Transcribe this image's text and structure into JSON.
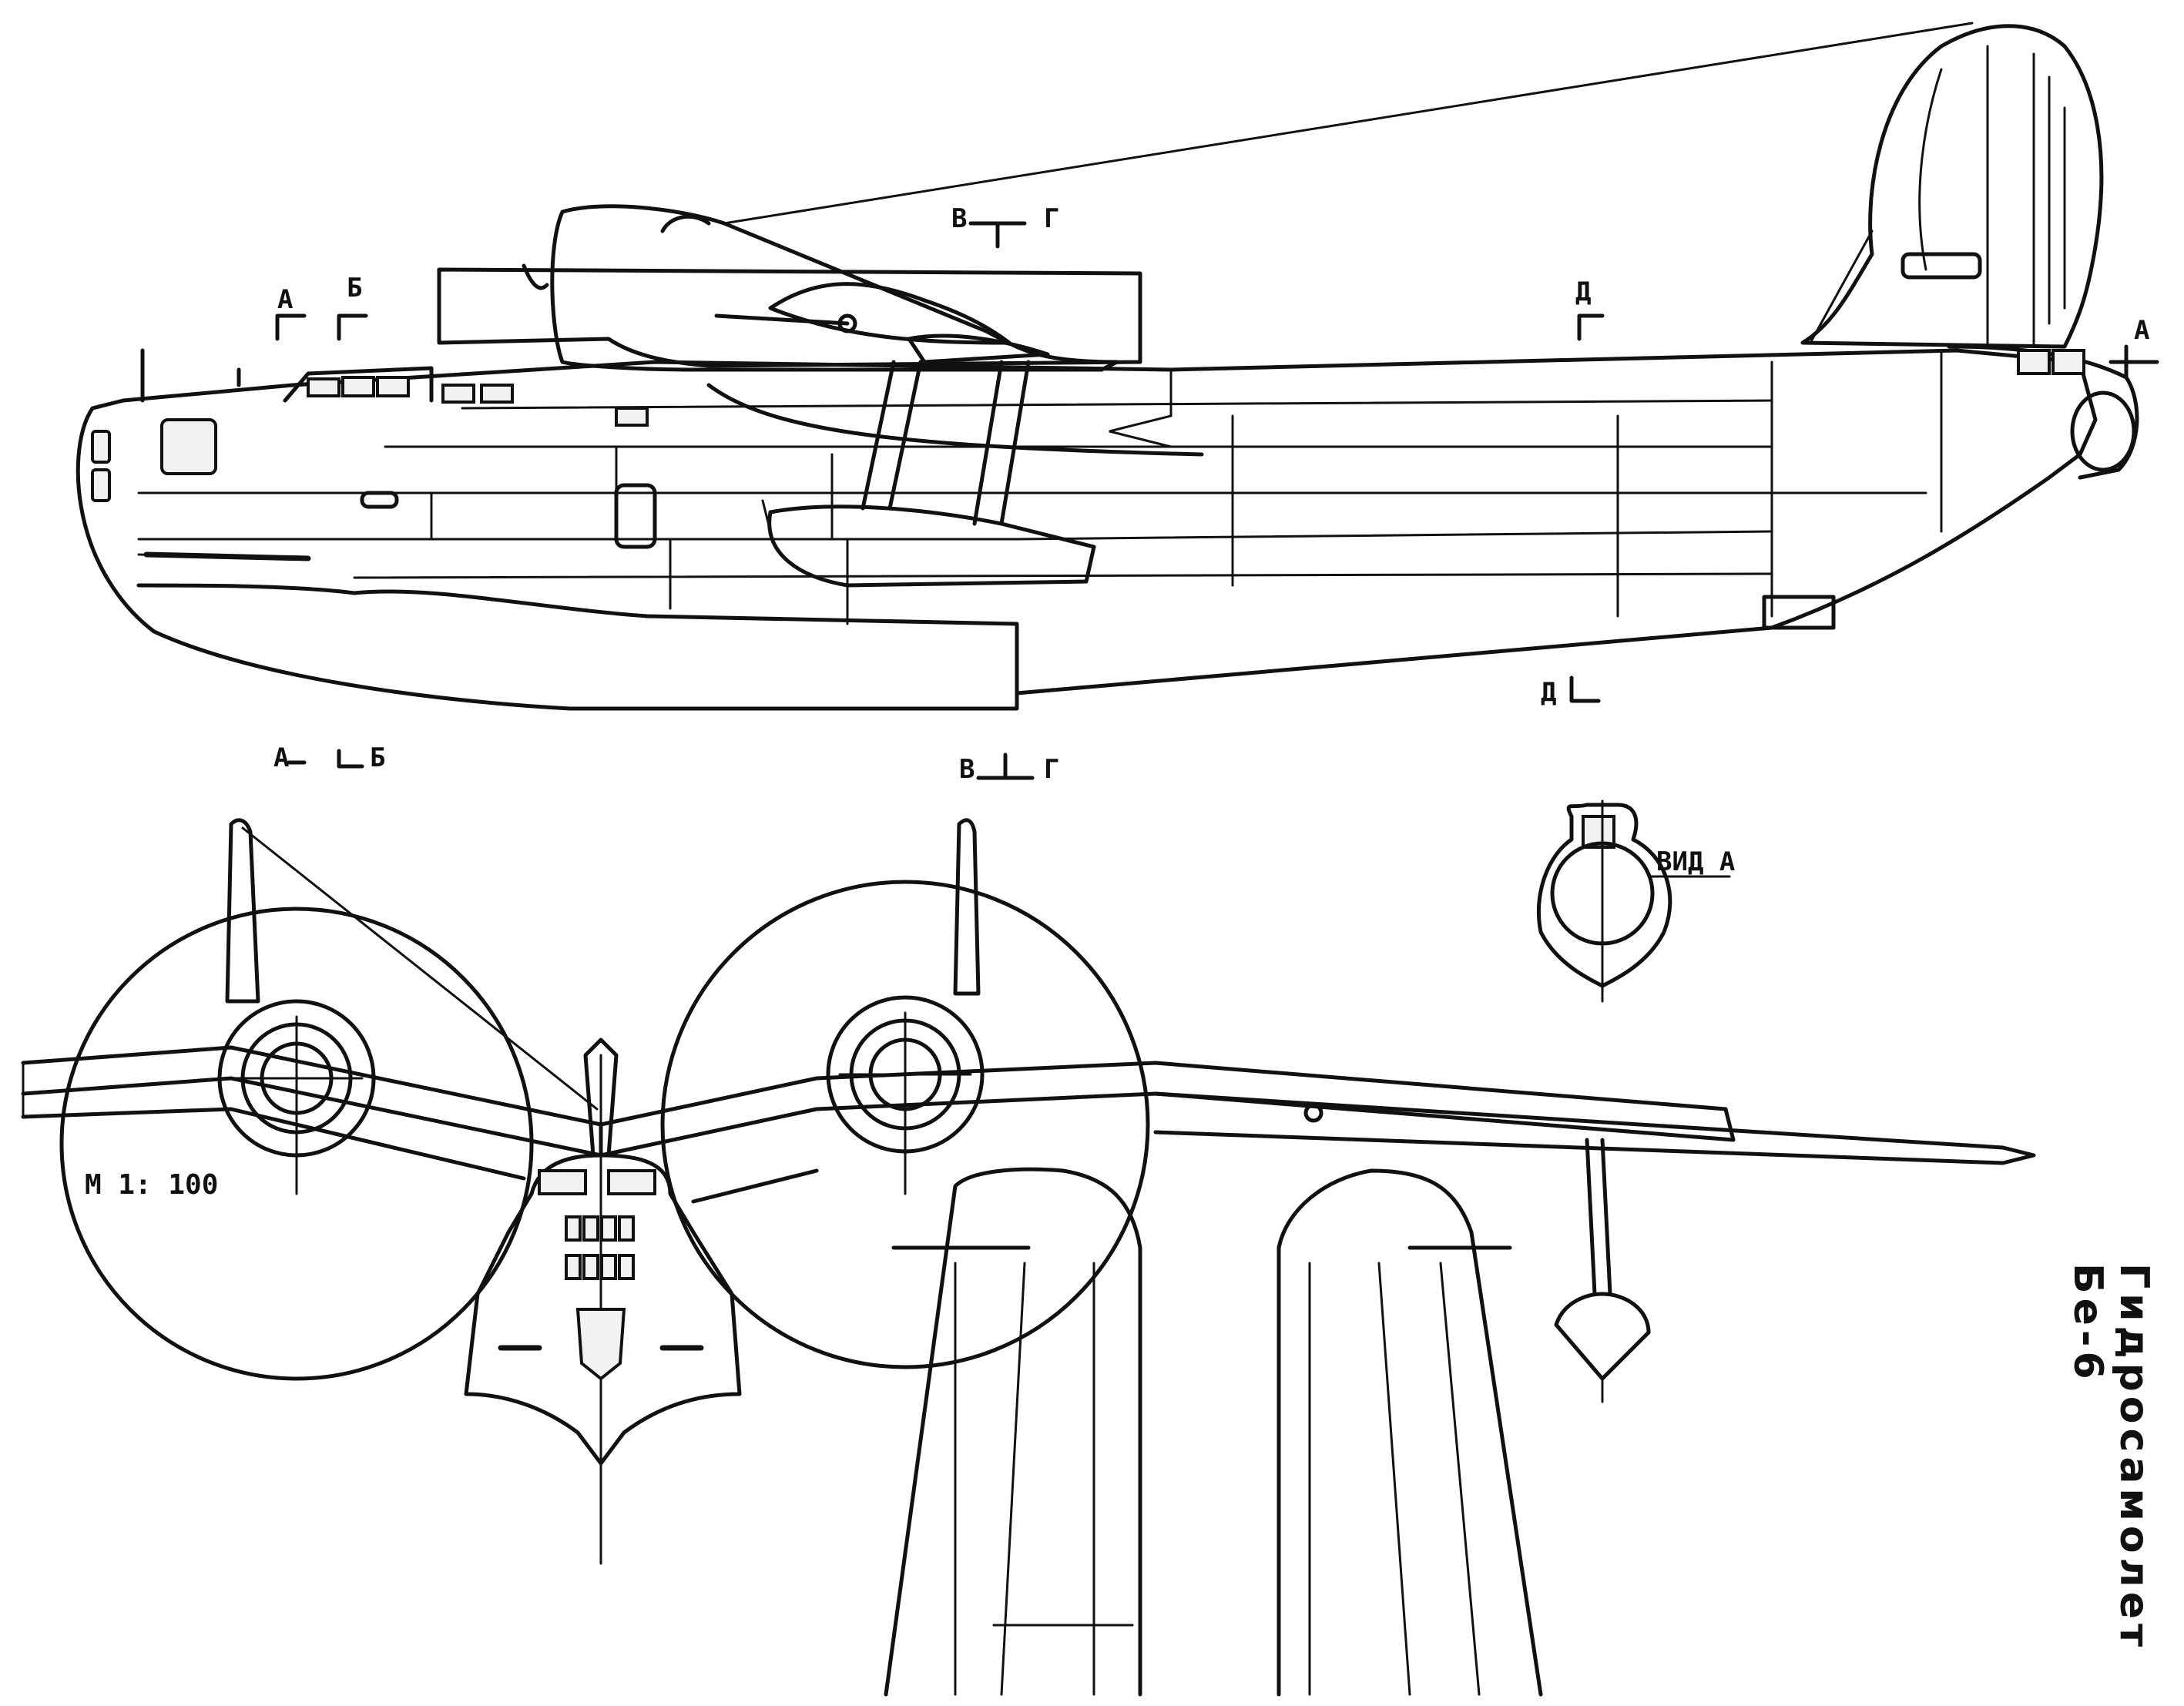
{
  "title": "Гидросамолет Бе-6",
  "scale": "М 1: 100",
  "view_label": "ВИД А",
  "section_marks": {
    "a_top": "А",
    "b_top": "Б",
    "v_top": "В",
    "g_top": "Г",
    "d_top": "Д",
    "a_tail": "А",
    "a_bottom": "А",
    "b_bottom": "Б",
    "v_bottom": "В",
    "g_bottom": "Г",
    "d_bottom": "Д"
  },
  "colors": {
    "ink": "#111111",
    "paper": "#ffffff"
  }
}
